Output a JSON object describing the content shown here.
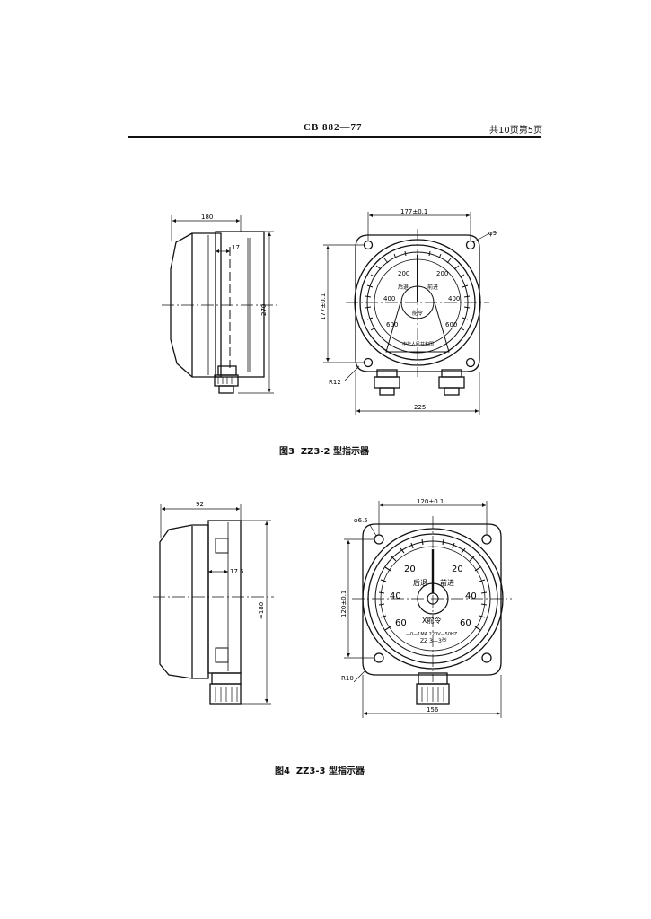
{
  "header": {
    "standard_code": "CB 882—77",
    "page_info": "共10页第5页"
  },
  "figure3": {
    "caption": "图3  ZZ3-2 型指示器",
    "dims": {
      "side_width": "180",
      "side_inset": "17",
      "side_height": "270",
      "front_hole_spacing": "177±0.1",
      "front_hole_spacing_v": "177±0.1",
      "hole_dia": "φ9",
      "corner_radius": "R12",
      "front_width": "225"
    },
    "dial": {
      "left_scale": [
        "200",
        "400",
        "600"
      ],
      "right_scale": [
        "200",
        "400",
        "600"
      ],
      "left_label": "后退",
      "right_label": "前进",
      "center_label": "舵令",
      "maker": "中华人民共和国"
    }
  },
  "figure4": {
    "caption": "图4  ZZ3-3 型指示器",
    "dims": {
      "side_width": "92",
      "side_inset": "17.5",
      "side_height": "≈180",
      "front_hole_spacing": "120±0.1",
      "front_hole_spacing_v": "120±0.1",
      "hole_dia": "φ6.5",
      "corner_radius": "R10",
      "front_width": "156"
    },
    "dial": {
      "left_scale": [
        "20",
        "40",
        "60"
      ],
      "right_scale": [
        "20",
        "40",
        "60"
      ],
      "left_label": "后退",
      "right_label": "前进",
      "center_label": "X舵令",
      "small_text": "—0—1MA 220V—50HZ",
      "model": "ZZ 3—3型"
    }
  }
}
